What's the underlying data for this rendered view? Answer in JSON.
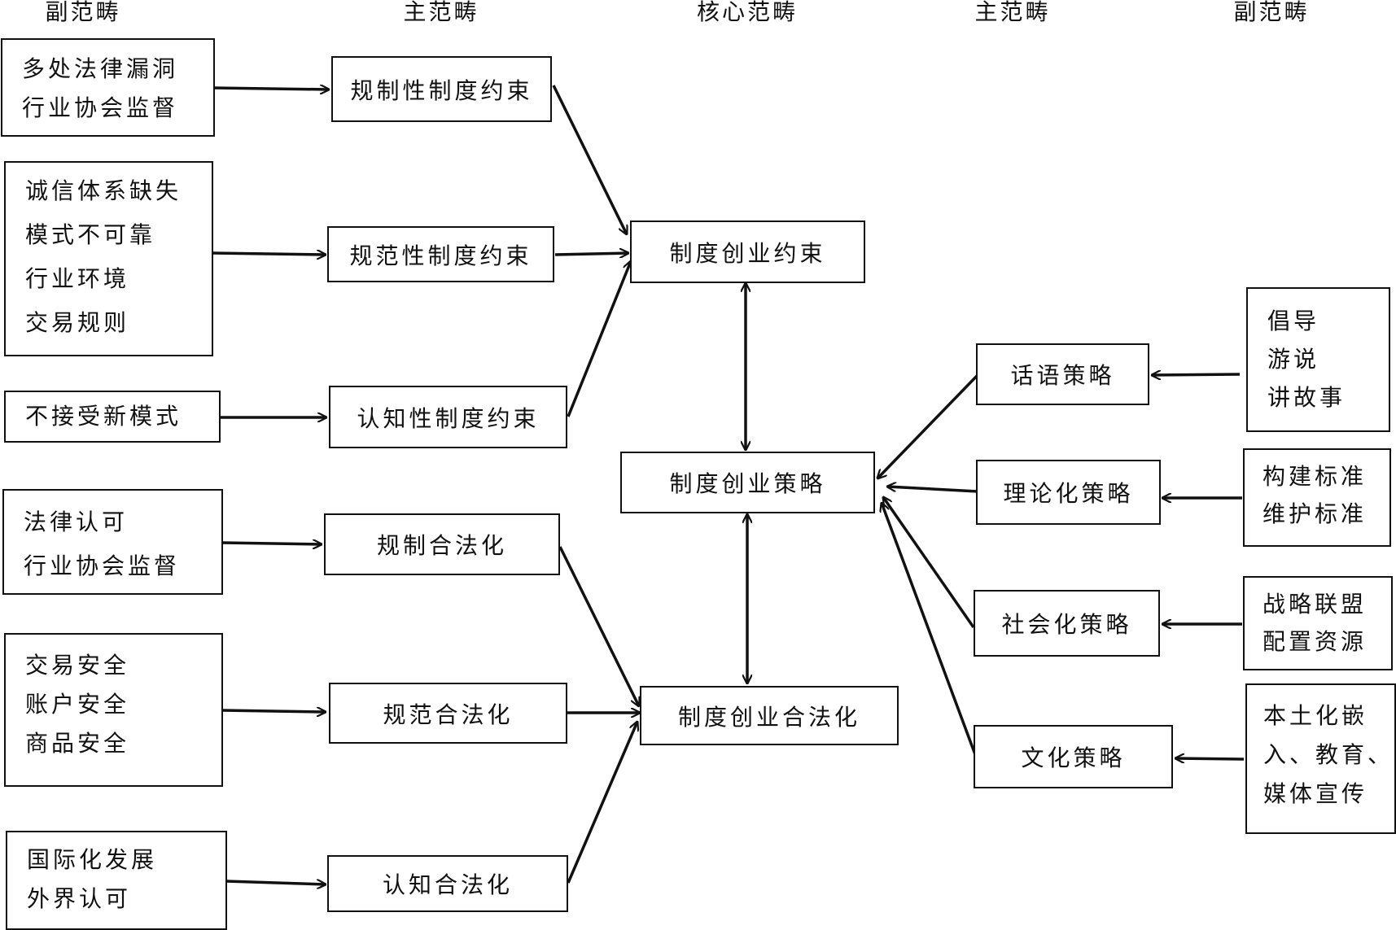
{
  "headers": {
    "left_sub": "副范畴",
    "left_main": "主范畴",
    "core": "核心范畴",
    "right_main": "主范畴",
    "right_sub": "副范畴"
  },
  "left_sub": [
    [
      "多处法律漏洞",
      "行业协会监督"
    ],
    [
      "诚信体系缺失",
      "模式不可靠",
      "行业环境",
      "交易规则"
    ],
    [
      "不接受新模式"
    ],
    [
      "法律认可",
      "行业协会监督"
    ],
    [
      "交易安全",
      "账户安全",
      "商品安全"
    ],
    [
      "国际化发展",
      "外界认可"
    ]
  ],
  "left_main": [
    "规制性制度约束",
    "规范性制度约束",
    "认知性制度约束",
    "规制合法化",
    "规范合法化",
    "认知合法化"
  ],
  "core": {
    "constraint": "制度创业约束",
    "strategy": "制度创业策略",
    "legitimation": "制度创业合法化"
  },
  "right_main": [
    "话语策略",
    "理论化策略",
    "社会化策略",
    "文化策略"
  ],
  "right_sub": [
    [
      "倡导",
      "游说",
      "讲故事"
    ],
    [
      "构建标准",
      "维护标准"
    ],
    [
      "战略联盟",
      "配置资源"
    ],
    [
      "本土化嵌",
      "入、教育、",
      "媒体宣传"
    ]
  ]
}
